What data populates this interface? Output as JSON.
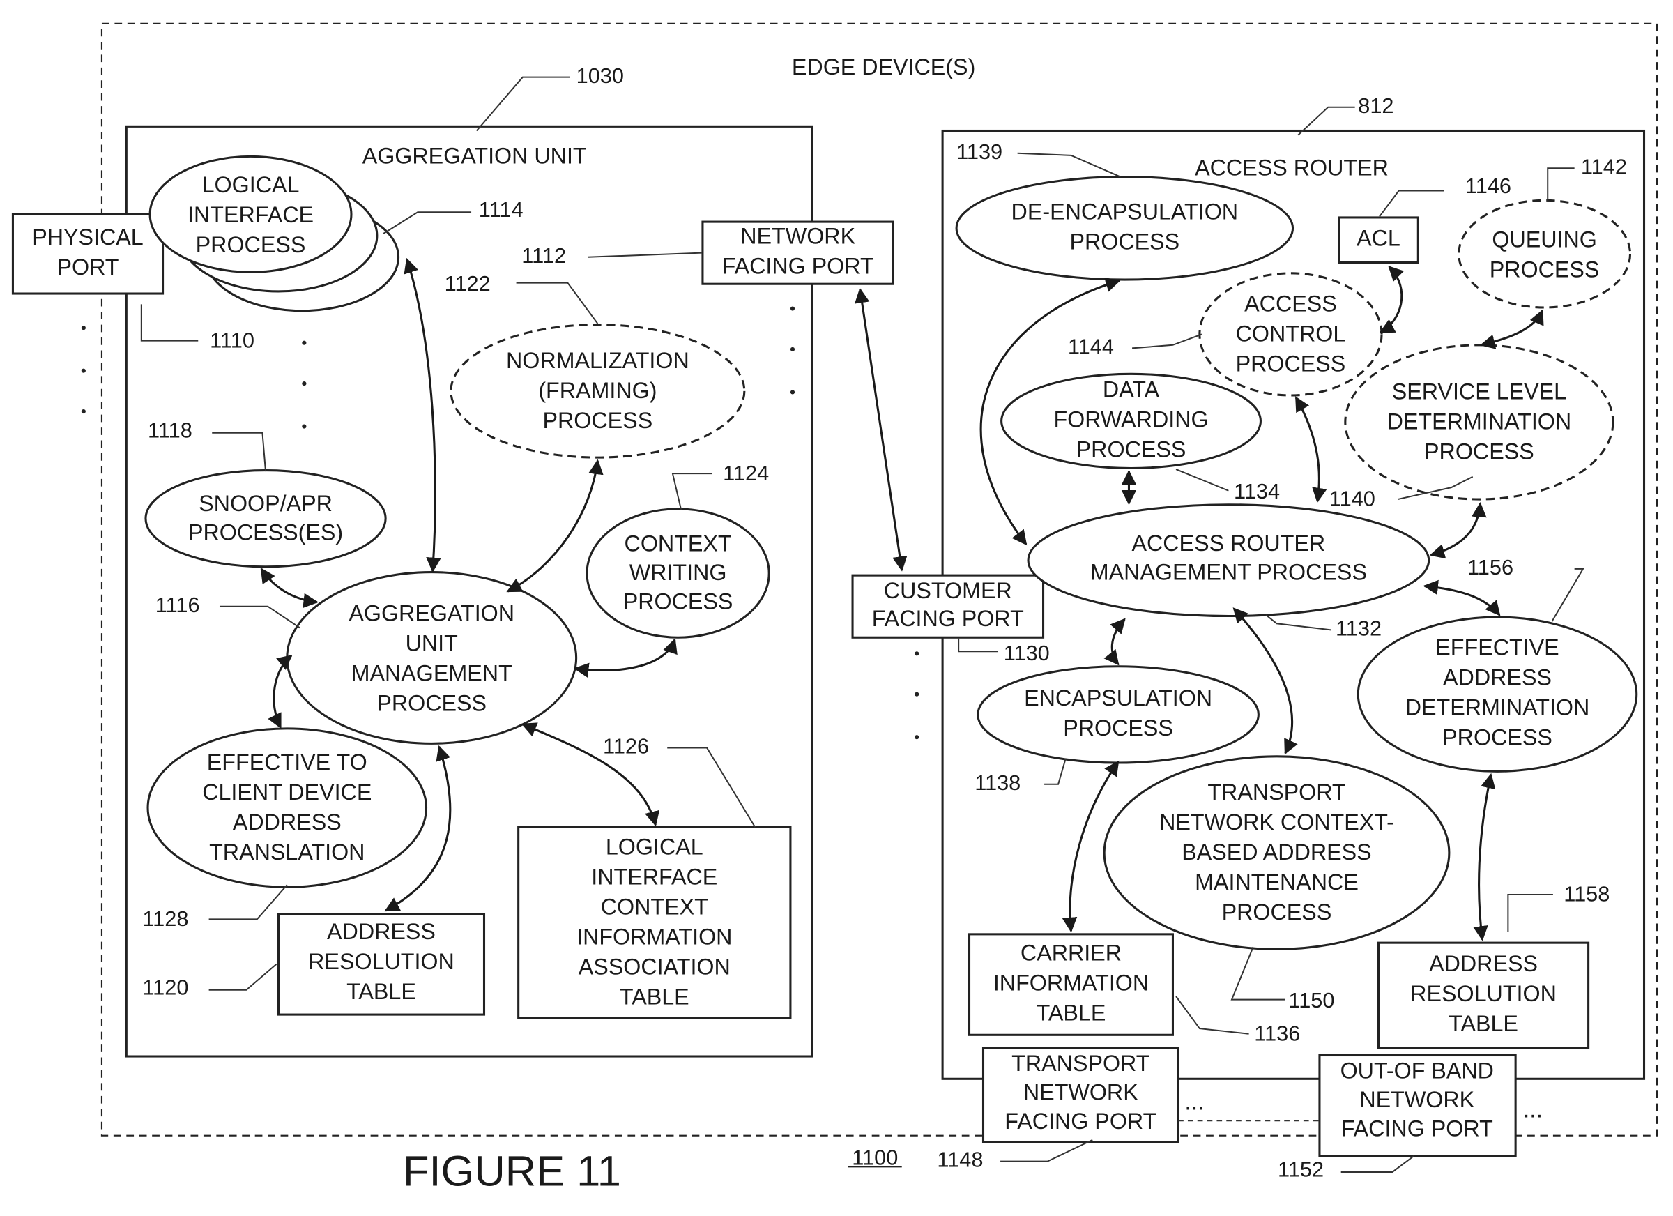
{
  "figure": {
    "title": "FIGURE 11",
    "ref": "1100"
  },
  "edge_device": {
    "label": "EDGE DEVICE(S)"
  },
  "aggregation_unit": {
    "label": "AGGREGATION UNIT",
    "ref": "1030",
    "physical_port": {
      "lines": [
        "PHYSICAL",
        "PORT"
      ]
    },
    "logical_interface_process": {
      "lines": [
        "LOGICAL",
        "INTERFACE",
        "PROCESS"
      ]
    },
    "network_facing_port": {
      "lines": [
        "NETWORK",
        "FACING PORT"
      ]
    },
    "normalization_process": {
      "lines": [
        "NORMALIZATION",
        "(FRAMING)",
        "PROCESS"
      ]
    },
    "snoop_process": {
      "lines": [
        "SNOOP/APR",
        "PROCESS(ES)"
      ]
    },
    "context_writing_process": {
      "lines": [
        "CONTEXT",
        "WRITING",
        "PROCESS"
      ]
    },
    "management_process": {
      "lines": [
        "AGGREGATION",
        "UNIT",
        "MANAGEMENT",
        "PROCESS"
      ]
    },
    "effective_translation_process": {
      "lines": [
        "EFFECTIVE TO",
        "CLIENT DEVICE",
        "ADDRESS",
        "TRANSLATION"
      ]
    },
    "address_resolution_table": {
      "lines": [
        "ADDRESS",
        "RESOLUTION",
        "TABLE"
      ]
    },
    "logical_interface_table": {
      "lines": [
        "LOGICAL",
        "INTERFACE",
        "CONTEXT",
        "INFORMATION",
        "ASSOCIATION",
        "TABLE"
      ]
    }
  },
  "customer_facing_port": {
    "lines": [
      "CUSTOMER",
      "FACING PORT"
    ]
  },
  "access_router": {
    "label": "ACCESS ROUTER",
    "ref": "812",
    "de_encapsulation_process": {
      "lines": [
        "DE-ENCAPSULATION",
        "PROCESS"
      ]
    },
    "acl": {
      "lines": [
        "ACL"
      ]
    },
    "queuing_process": {
      "lines": [
        "QUEUING",
        "PROCESS"
      ]
    },
    "access_control_process": {
      "lines": [
        "ACCESS",
        "CONTROL",
        "PROCESS"
      ]
    },
    "data_forwarding_process": {
      "lines": [
        "DATA",
        "FORWARDING",
        "PROCESS"
      ]
    },
    "service_level_process": {
      "lines": [
        "SERVICE LEVEL",
        "DETERMINATION",
        "PROCESS"
      ]
    },
    "management_process": {
      "lines": [
        "ACCESS ROUTER",
        "MANAGEMENT PROCESS"
      ]
    },
    "encapsulation_process": {
      "lines": [
        "ENCAPSULATION",
        "PROCESS"
      ]
    },
    "effective_address_process": {
      "lines": [
        "EFFECTIVE",
        "ADDRESS",
        "DETERMINATION",
        "PROCESS"
      ]
    },
    "transport_context_process": {
      "lines": [
        "TRANSPORT",
        "NETWORK CONTEXT-",
        "BASED ADDRESS",
        "MAINTENANCE",
        "PROCESS"
      ]
    },
    "carrier_information_table": {
      "lines": [
        "CARRIER",
        "INFORMATION",
        "TABLE"
      ]
    },
    "address_resolution_table": {
      "lines": [
        "ADDRESS",
        "RESOLUTION",
        "TABLE"
      ]
    }
  },
  "transport_network_port": {
    "lines": [
      "TRANSPORT",
      "NETWORK",
      "FACING PORT"
    ]
  },
  "out_of_band_port": {
    "lines": [
      "OUT-OF BAND",
      "NETWORK",
      "FACING PORT"
    ]
  },
  "ellipsis": "...",
  "refs": {
    "r1110": "1110",
    "r1112": "1112",
    "r1114": "1114",
    "r1116": "1116",
    "r1118": "1118",
    "r1120": "1120",
    "r1122": "1122",
    "r1124": "1124",
    "r1126": "1126",
    "r1128": "1128",
    "r1130": "1130",
    "r1132": "1132",
    "r1134": "1134",
    "r1136": "1136",
    "r1138": "1138",
    "r1139": "1139",
    "r1140": "1140",
    "r1142": "1142",
    "r1144": "1144",
    "r1146": "1146",
    "r1148": "1148",
    "r1150": "1150",
    "r1152": "1152",
    "r1156": "1156",
    "r1158": "1158"
  }
}
